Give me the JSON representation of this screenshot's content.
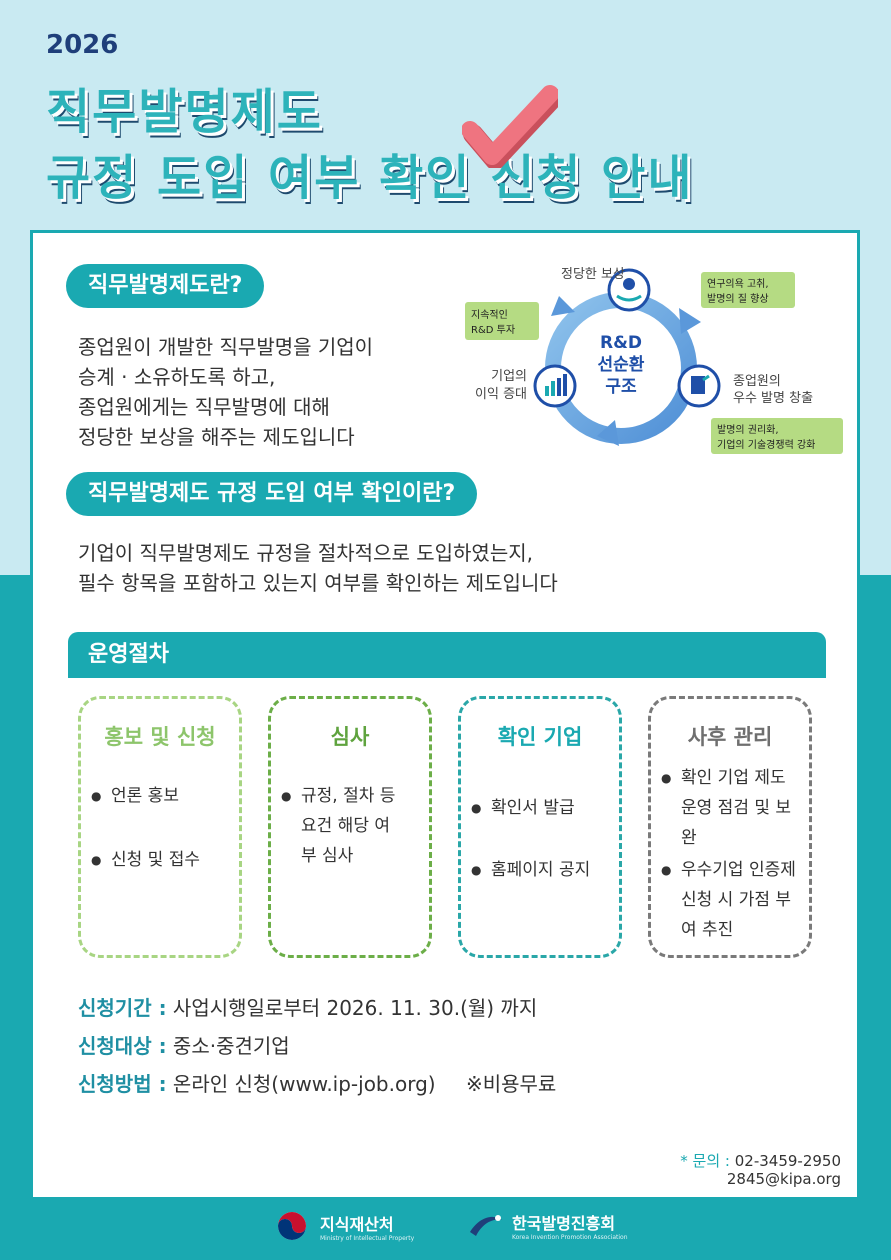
{
  "header": {
    "year": "2026",
    "title_line1": "직무발명제도",
    "title_line2": "규정 도입 여부 확인 신청 안내"
  },
  "section1": {
    "heading": "직무발명제도란?",
    "lines": [
      "종업원이 개발한 직무발명을 기업이",
      "승계 · 소유하도록 하고,",
      "종업원에게는 직무발명에 대해",
      "정당한 보상을 해주는 제도입니다"
    ]
  },
  "diagram": {
    "center_lines": [
      "R&D",
      "선순환",
      "구조"
    ],
    "top_label": "정당한 보상",
    "right_label_lines": [
      "종업원의",
      "우수 발명 창출"
    ],
    "left_label_lines": [
      "기업의",
      "이익 증대"
    ],
    "tag_top_left_lines": [
      "지속적인",
      "R&D 투자"
    ],
    "tag_top_right_lines": [
      "연구의욕 고취,",
      "발명의 질 향상"
    ],
    "tag_bottom_right_lines": [
      "발명의 권리화,",
      "기업의 기술경쟁력 강화"
    ],
    "icons": [
      "compensation-icon",
      "invention-icon",
      "profit-chart-icon"
    ]
  },
  "section2": {
    "heading": "직무발명제도 규정 도입 여부 확인이란?",
    "lines": [
      "기업이 직무발명제도 규정을 절차적으로 도입하였는지,",
      "필수 항목을 포함하고 있는지 여부를 확인하는 제도입니다"
    ]
  },
  "procedure": {
    "heading": "운영절차",
    "steps": [
      {
        "title": "홍보 및 신청",
        "color": "#8dc56b",
        "items": [
          "언론 홍보",
          "신청 및 접수"
        ]
      },
      {
        "title": "심사",
        "color": "#5fa33e",
        "items": [
          "규정, 절차 등 요건 해당 여부 심사"
        ]
      },
      {
        "title": "확인 기업",
        "color": "#1aa9b1",
        "items": [
          "확인서 발급",
          "홈페이지 공지"
        ]
      },
      {
        "title": "사후 관리",
        "color": "#6f6f6f",
        "items": [
          "확인 기업 제도 운영 점검 및 보완",
          "우수기업 인증제 신청 시 가점 부여 추진"
        ]
      }
    ]
  },
  "application": {
    "period_label": "신청기간 :",
    "period_value": "사업시행일로부터 2026. 11. 30.(월) 까지",
    "target_label": "신청대상 :",
    "target_value": "중소·중견기업",
    "method_label": "신청방법 :",
    "method_value": "온라인 신청(www.ip-job.org)",
    "method_note": "※비용무료"
  },
  "contact": {
    "label": "* 문의 :",
    "phone": "02-3459-2950",
    "email": "2845@kipa.org"
  },
  "footer": {
    "org1_name": "지식재산처",
    "org1_sub": "Ministry of Intellectual Property",
    "org2_name": "한국발명진흥회",
    "org2_sub": "Korea Invention Promotion Association"
  },
  "colors": {
    "teal": "#1aa9b1",
    "light_bg": "#c9eaf2",
    "navy": "#1f3f7a",
    "check_pink": "#ef6f7b"
  }
}
